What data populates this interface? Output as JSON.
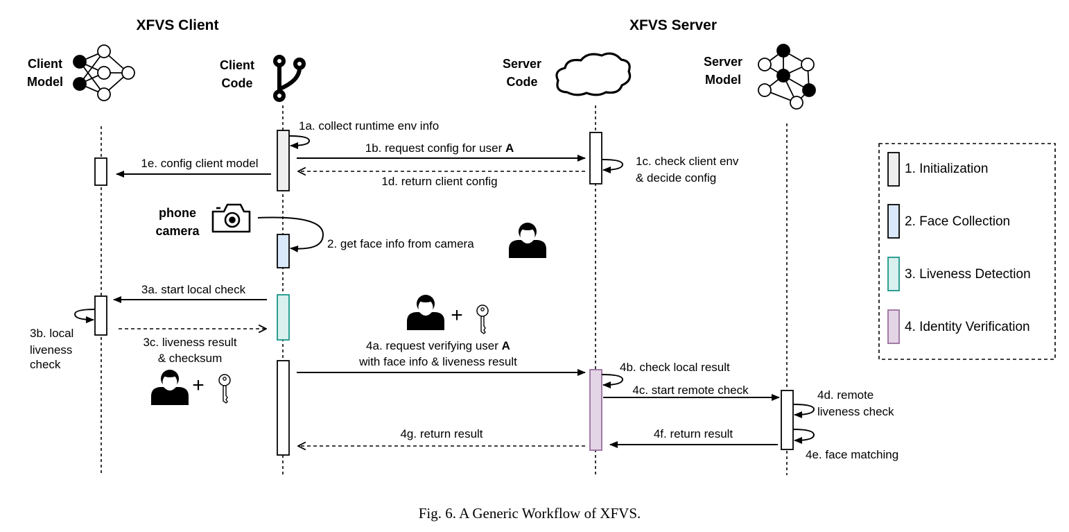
{
  "headers": {
    "client": "XFVS Client",
    "server": "XFVS Server"
  },
  "actors": {
    "client_model": [
      "Client",
      "Model"
    ],
    "client_code": [
      "Client",
      "Code"
    ],
    "server_code": [
      "Server",
      "Code"
    ],
    "server_model": [
      "Server",
      "Model"
    ],
    "phone_camera": [
      "phone",
      "camera"
    ]
  },
  "steps": {
    "s1a": "1a. collect runtime env info",
    "s1b": "1b. request config for user ",
    "s1b_bold": "A",
    "s1c": [
      "1c. check client env",
      "& decide config"
    ],
    "s1d": "1d. return client config",
    "s1e": "1e. config client model",
    "s2": "2. get face info from camera",
    "s3a": "3a. start local check",
    "s3b": [
      "3b. local",
      "liveness",
      "check"
    ],
    "s3c": [
      "3c. liveness result",
      "& checksum"
    ],
    "s4a_line1": "4a. request verifying user ",
    "s4a_bold": "A",
    "s4a_line2": "with face info & liveness result",
    "s4b": "4b. check local result",
    "s4c": "4c. start remote check",
    "s4d": [
      "4d. remote",
      "liveness check"
    ],
    "s4e": "4e. face matching",
    "s4f": "4f. return result",
    "s4g": "4g. return result",
    "plus": "+"
  },
  "legend": {
    "items": [
      {
        "label": "1. Initialization",
        "color": "#eeeeee",
        "border": "#000000"
      },
      {
        "label": "2. Face Collection",
        "color": "#dae8fc",
        "border": "#000000"
      },
      {
        "label": "3. Liveness Detection",
        "color": "#d8f0ee",
        "border": "#1a9688"
      },
      {
        "label": "4. Identity Verification",
        "color": "#e4d5e6",
        "border": "#9a6f9f"
      }
    ]
  },
  "caption": "Fig. 6.  A Generic Workflow of XFVS.",
  "icons": [
    "neural-network-icon",
    "git-branch-icon",
    "cloud-icon",
    "graph-network-icon",
    "camera-icon",
    "user-icon",
    "key-icon"
  ]
}
